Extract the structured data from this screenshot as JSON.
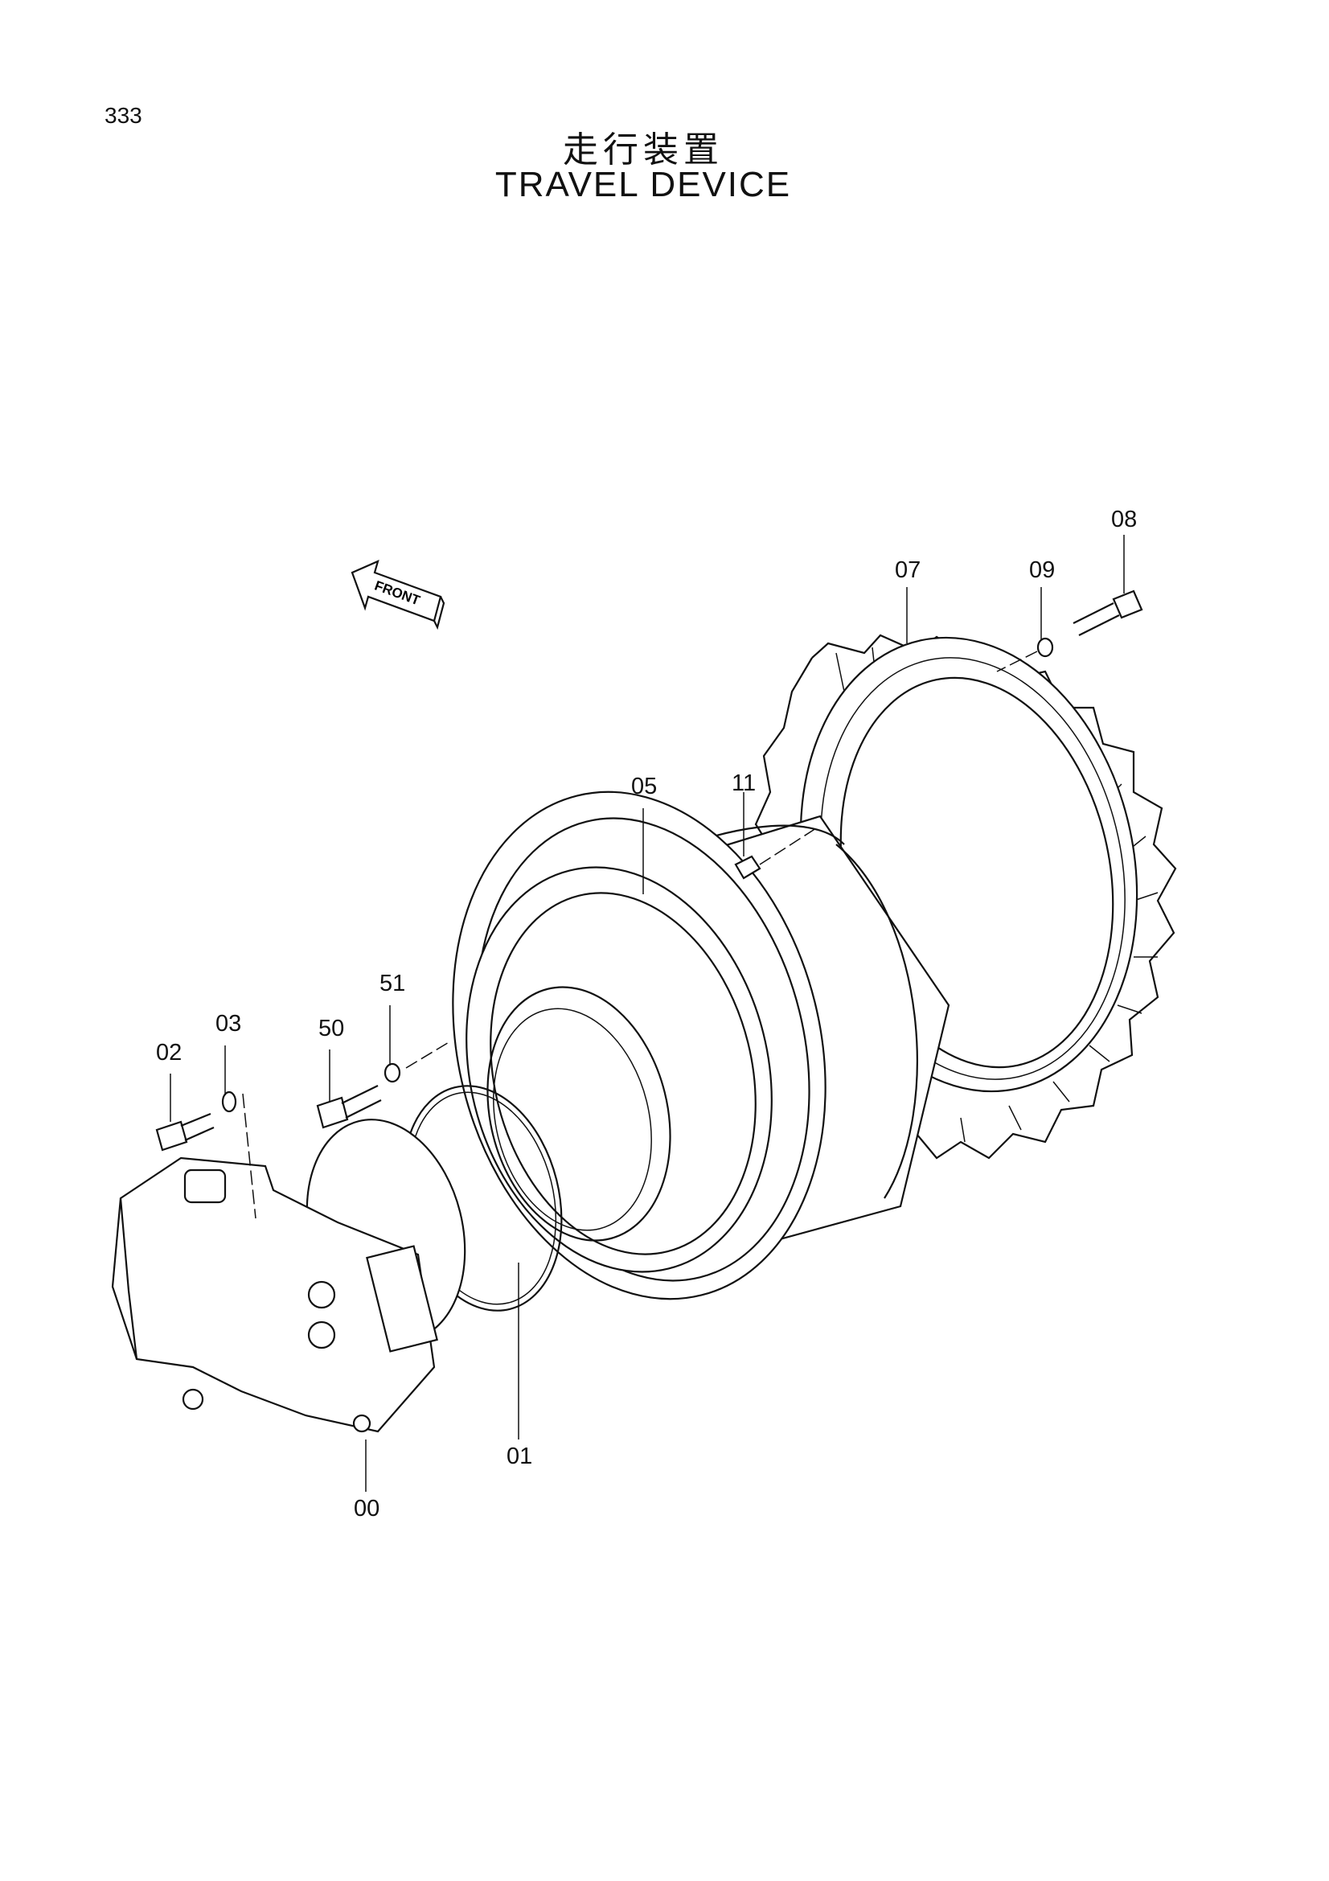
{
  "page": {
    "number": "333",
    "title_ja": "走行装置",
    "title_en": "TRAVEL DEVICE"
  },
  "front_arrow": {
    "label": "FRONT",
    "icon": "front-arrow-icon"
  },
  "callouts": {
    "p00": "00",
    "p01": "01",
    "p02": "02",
    "p03": "03",
    "p05": "05",
    "p07": "07",
    "p08": "08",
    "p09": "09",
    "p11": "11",
    "p50": "50",
    "p51": "51"
  },
  "colors": {
    "line": "#111111",
    "background": "#ffffff"
  }
}
